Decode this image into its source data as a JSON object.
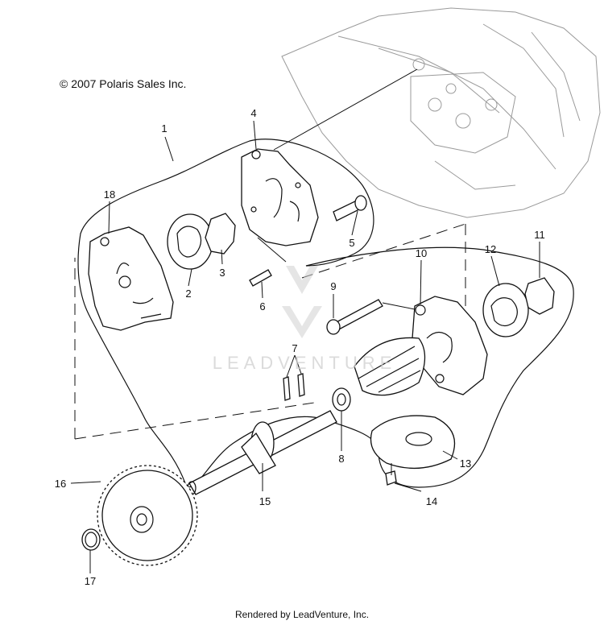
{
  "copyright": "© 2007 Polaris Sales Inc.",
  "footer": "Rendered by LeadVenture, Inc.",
  "watermark": "LEADVENTURE",
  "callouts": {
    "c1": "1",
    "c2": "2",
    "c3": "3",
    "c4": "4",
    "c5": "5",
    "c6": "6",
    "c7": "7",
    "c8": "8",
    "c9": "9",
    "c10": "10",
    "c11": "11",
    "c12": "12",
    "c13": "13",
    "c14": "14",
    "c15": "15",
    "c16": "16",
    "c17": "17",
    "c18": "18"
  }
}
